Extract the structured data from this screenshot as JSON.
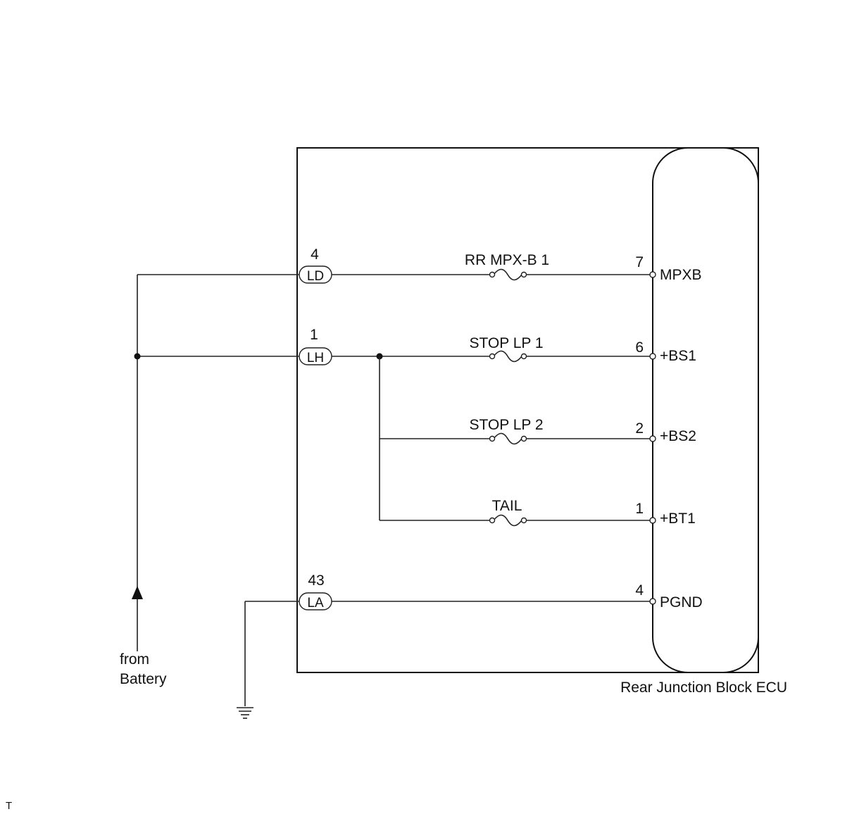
{
  "diagram": {
    "ecu_label": "Rear Junction Block ECU",
    "source_label_line1": "from",
    "source_label_line2": "Battery",
    "corner_mark": "T",
    "connectors": [
      {
        "code": "LD",
        "pin": "4"
      },
      {
        "code": "LH",
        "pin": "1"
      },
      {
        "code": "LA",
        "pin": "43"
      }
    ],
    "circuits": [
      {
        "fuse": "RR MPX-B 1",
        "pin": "7",
        "terminal": "MPXB"
      },
      {
        "fuse": "STOP LP 1",
        "pin": "6",
        "terminal": "+BS1"
      },
      {
        "fuse": "STOP LP 2",
        "pin": "2",
        "terminal": "+BS2"
      },
      {
        "fuse": "TAIL",
        "pin": "1",
        "terminal": "+BT1"
      },
      {
        "fuse": "",
        "pin": "4",
        "terminal": "PGND"
      }
    ]
  }
}
